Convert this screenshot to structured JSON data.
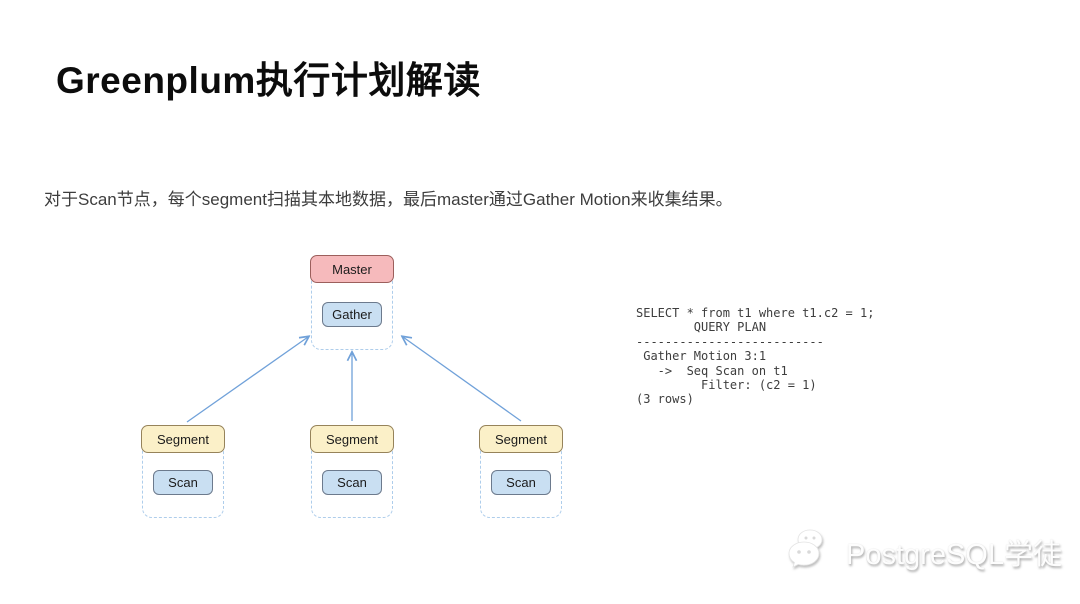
{
  "slide": {
    "title": "Greenplum执行计划解读",
    "description": "对于Scan节点，每个segment扫描其本地数据，最后master通过Gather Motion来收集结果。"
  },
  "diagram": {
    "master": {
      "label": "Master",
      "operator": "Gather"
    },
    "segments": [
      {
        "label": "Segment",
        "operator": "Scan"
      },
      {
        "label": "Segment",
        "operator": "Scan"
      },
      {
        "label": "Segment",
        "operator": "Scan"
      }
    ],
    "colors": {
      "master_fill": "#F6BABC",
      "master_border": "#9C5F5C",
      "segment_fill": "#FBF0C8",
      "segment_border": "#96835A",
      "operator_fill": "#C9DFF2",
      "operator_border": "#6C7A8D",
      "container_border": "#AECDEB",
      "arrow": "#70A1D9"
    }
  },
  "code": {
    "lines": [
      "SELECT * from t1 where t1.c2 = 1;",
      "        QUERY PLAN",
      "--------------------------",
      " Gather Motion 3:1",
      "   ->  Seq Scan on t1",
      "         Filter: (c2 = 1)",
      "(3 rows)"
    ]
  },
  "watermark": {
    "icon": "wechat-icon",
    "text": "PostgreSQL学徒"
  }
}
